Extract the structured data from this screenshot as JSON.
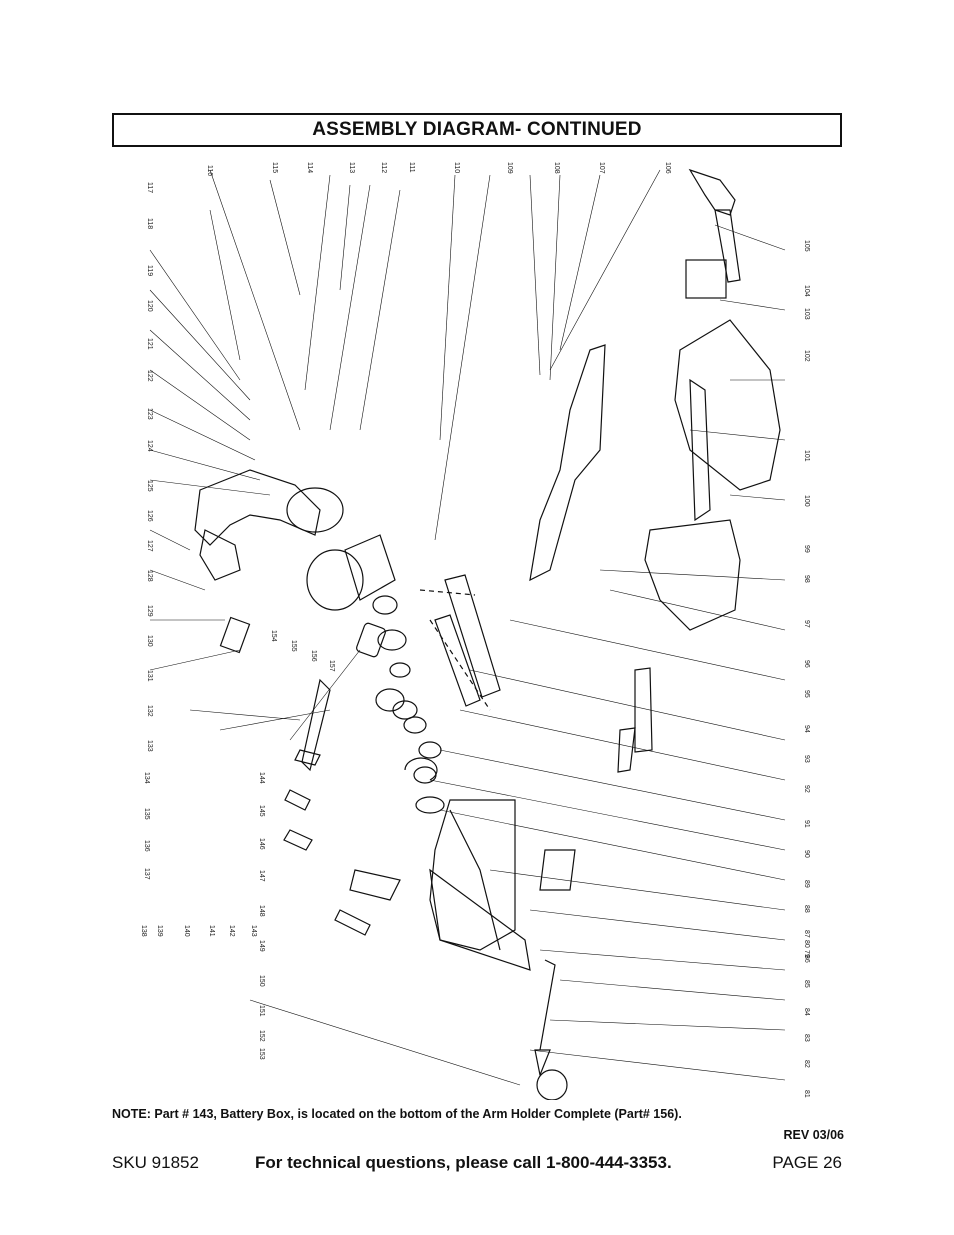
{
  "header": {
    "title": "ASSEMBLY DIAGRAM- CONTINUED"
  },
  "diagram": {
    "part_numbers": [
      "116",
      "115",
      "114",
      "113",
      "112",
      "111",
      "110",
      "109",
      "108",
      "107",
      "106",
      "117",
      "118",
      "119",
      "120",
      "121",
      "122",
      "123",
      "124",
      "125",
      "126",
      "127",
      "128",
      "129",
      "130",
      "131",
      "132",
      "133",
      "134",
      "135",
      "136",
      "137",
      "138",
      "139",
      "140",
      "141",
      "142",
      "143",
      "154",
      "155",
      "156",
      "157",
      "144",
      "145",
      "146",
      "147",
      "148",
      "149",
      "150",
      "151",
      "152",
      "153",
      "105",
      "104",
      "103",
      "102",
      "101",
      "100",
      "99",
      "98",
      "97",
      "96",
      "95",
      "94",
      "93",
      "92",
      "91",
      "90",
      "89",
      "88",
      "87",
      "86",
      "85",
      "84",
      "83",
      "82",
      "81",
      "80",
      "79"
    ]
  },
  "note": "NOTE: Part # 143, Battery Box, is located on the bottom of the Arm Holder Complete (Part# 156).",
  "revision": "REV 03/06",
  "footer": {
    "sku": "SKU 91852",
    "tech_line": "For technical questions, please call 1-800-444-3353.",
    "page": "PAGE 26"
  }
}
